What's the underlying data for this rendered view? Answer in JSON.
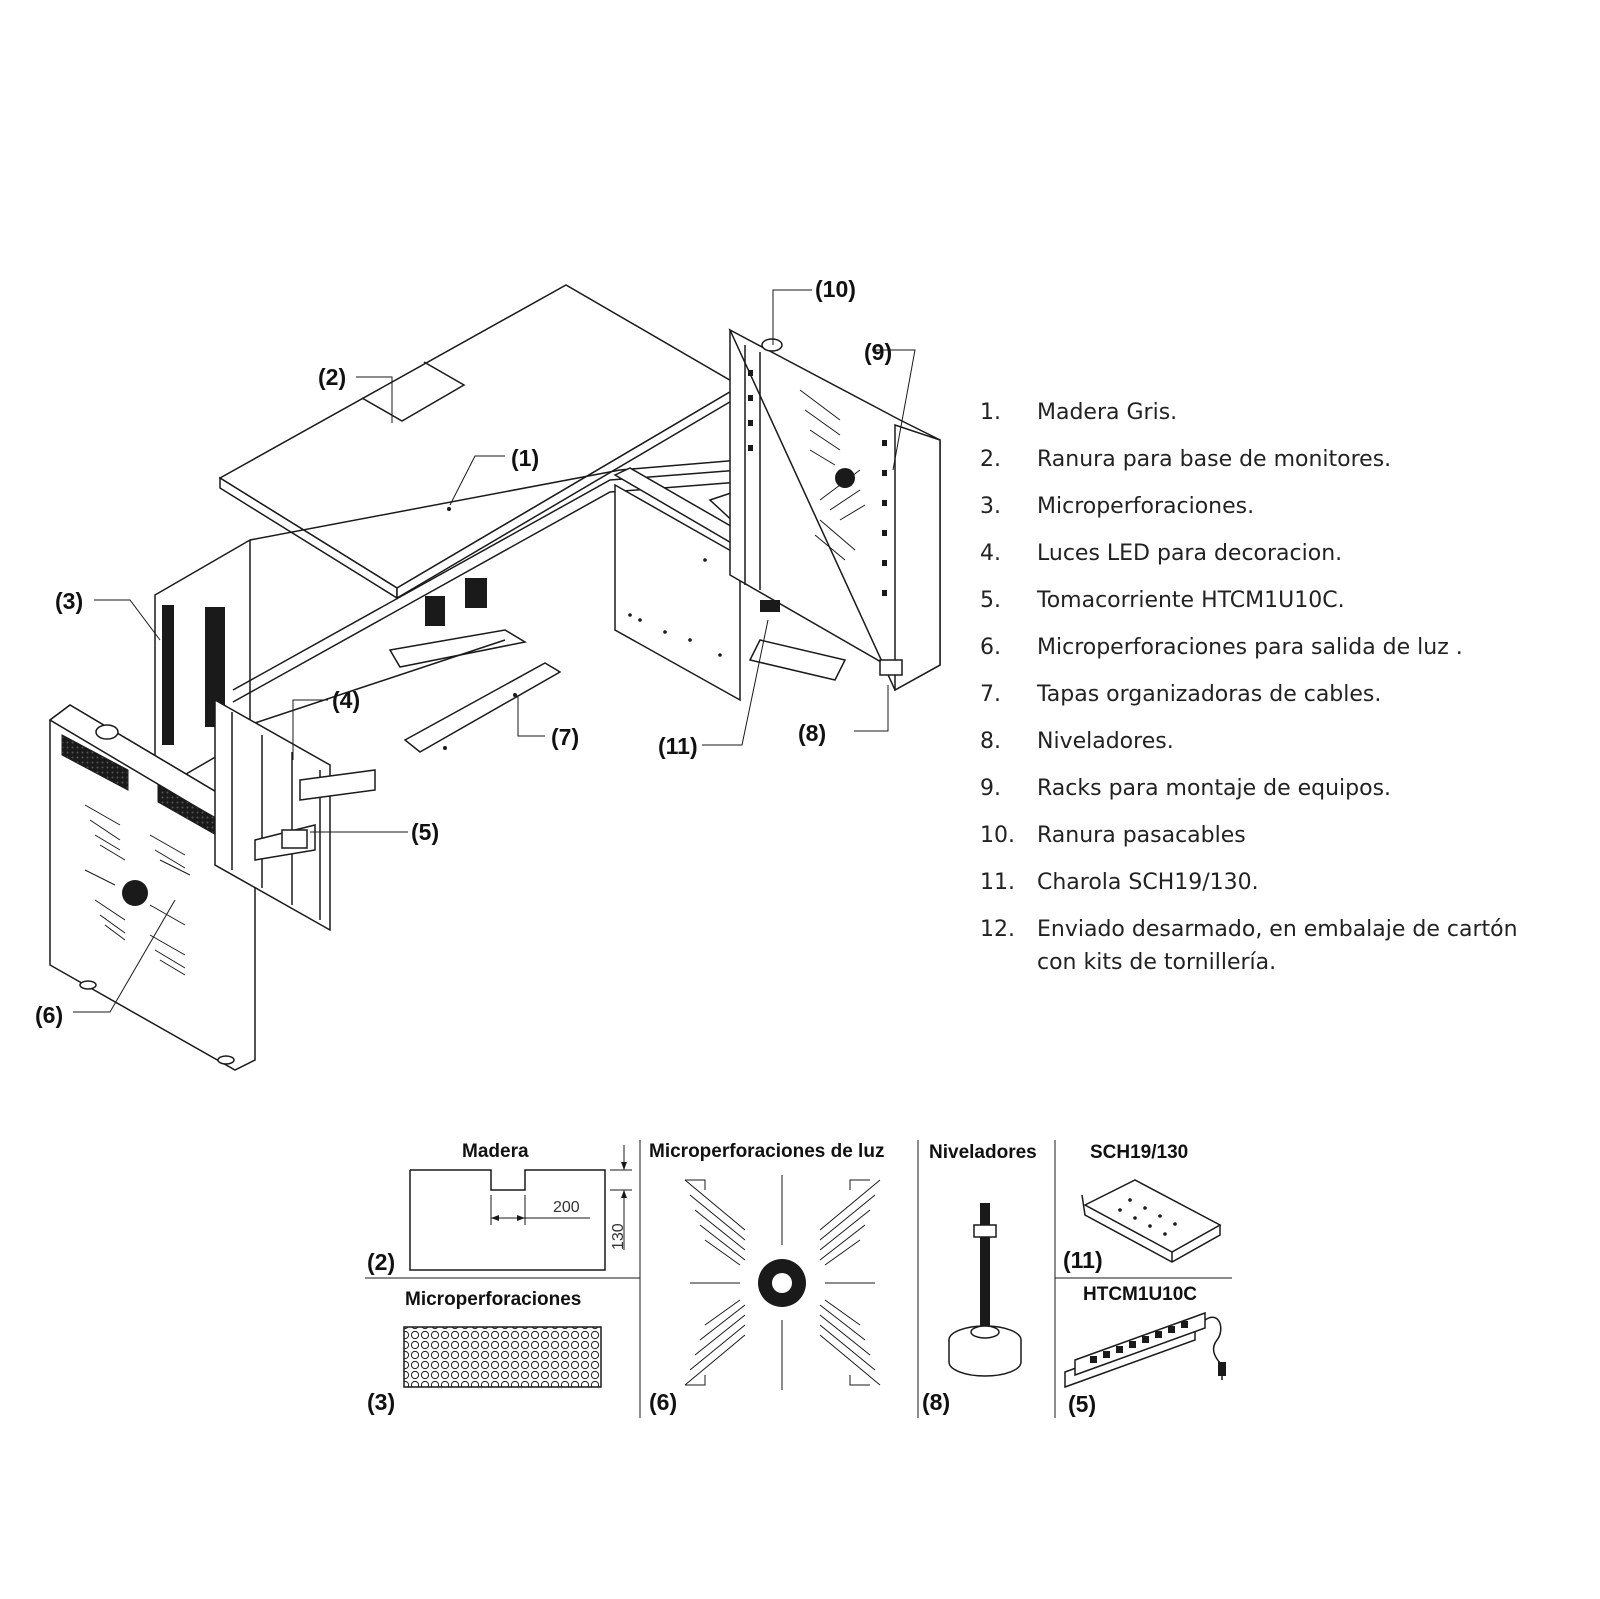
{
  "callouts": {
    "c1": "(1)",
    "c2": "(2)",
    "c3": "(3)",
    "c4": "(4)",
    "c5": "(5)",
    "c6": "(6)",
    "c7": "(7)",
    "c8": "(8)",
    "c9": "(9)",
    "c10": "(10)",
    "c11": "(11)"
  },
  "legend": [
    {
      "num": "1.",
      "text": "Madera Gris."
    },
    {
      "num": "2.",
      "text": "Ranura para base de monitores."
    },
    {
      "num": "3.",
      "text": "Microperforaciones."
    },
    {
      "num": "4.",
      "text": "Luces LED para decoracion."
    },
    {
      "num": "5.",
      "text": "Tomacorriente HTCM1U10C."
    },
    {
      "num": "6.",
      "text": "Microperforaciones para salida de luz ."
    },
    {
      "num": "7.",
      "text": "Tapas organizadoras de cables."
    },
    {
      "num": "8.",
      "text": "Niveladores."
    },
    {
      "num": "9.",
      "text": "Racks para montaje de equipos."
    },
    {
      "num": "10.",
      "text": "Ranura pasacables"
    },
    {
      "num": "11.",
      "text": "Charola SCH19/130."
    },
    {
      "num": "12.",
      "text": "Enviado desarmado, en embalaje de cartón con kits de tornillería."
    }
  ],
  "details": {
    "madera": {
      "title": "Madera",
      "label": "(2)",
      "dim_width": "200",
      "dim_height": "130"
    },
    "microperforaciones": {
      "title": "Microperforaciones",
      "label": "(3)"
    },
    "luz": {
      "title": "Microperforaciones de luz",
      "label": "(6)"
    },
    "niveladores": {
      "title": "Niveladores",
      "label": "(8)"
    },
    "charola": {
      "title": "SCH19/130",
      "label": "(11)"
    },
    "tomacorriente": {
      "title": "HTCM1U10C",
      "label": "(5)"
    }
  }
}
